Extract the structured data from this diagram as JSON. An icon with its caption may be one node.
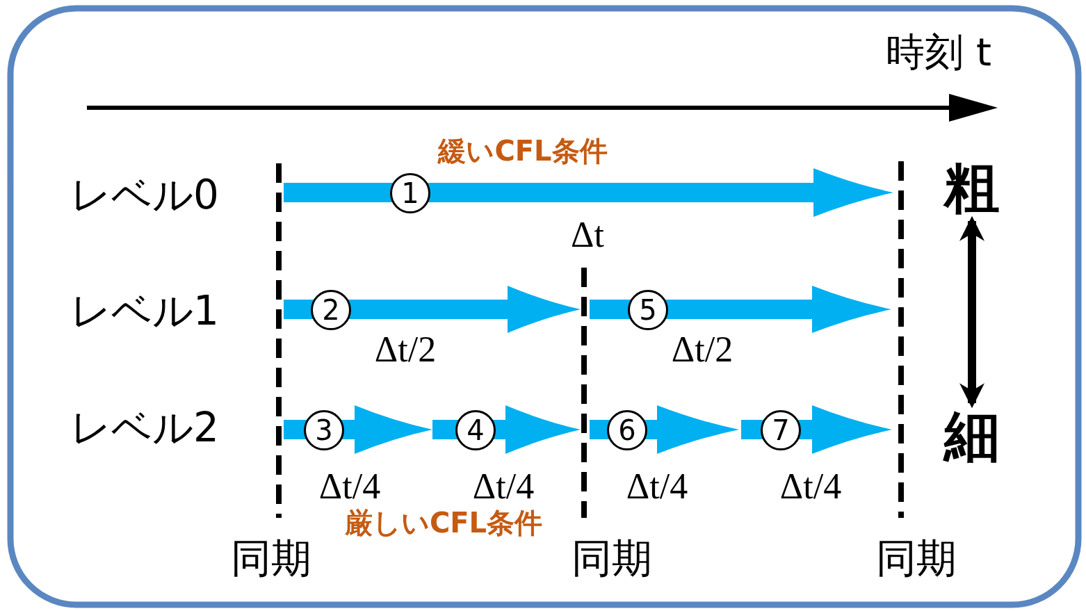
{
  "diagram": {
    "nodes": [
      {
        "text": [
          "1"
        ]
      },
      {
        "text": [
          "2"
        ]
      },
      {
        "text": [
          "5"
        ]
      },
      {
        "text": [
          "3"
        ]
      },
      {
        "text": [
          "4"
        ]
      },
      {
        "text": [
          "6"
        ]
      },
      {
        "text": [
          "7"
        ]
      },
      {
        "text": [
          "粗"
        ]
      },
      {
        "text": [
          "細"
        ]
      }
    ],
    "edges": [
      {
        "from": 0,
        "to": null,
        "arrow": "to"
      },
      {
        "from": 1,
        "to": 2,
        "arrow": "to"
      },
      {
        "from": 2,
        "to": null,
        "arrow": "to"
      },
      {
        "from": 3,
        "to": 4,
        "arrow": "to"
      },
      {
        "from": 4,
        "to": 5,
        "arrow": "to"
      },
      {
        "from": 5,
        "to": 6,
        "arrow": "to"
      },
      {
        "from": 6,
        "to": null,
        "arrow": "to"
      },
      {
        "from": 7,
        "to": 8,
        "arrow": "both",
        "color": "#000000"
      }
    ],
    "labels": [
      "時刻 t",
      "緩いCFL条件",
      "レベル0",
      "Δt",
      "レベル1",
      "Δt/2",
      "Δt/2",
      "レベル2",
      "Δt/4",
      "Δt/4",
      "Δt/4",
      "Δt/4",
      "厳しいCFL条件",
      "同期",
      "同期",
      "同期"
    ]
  }
}
